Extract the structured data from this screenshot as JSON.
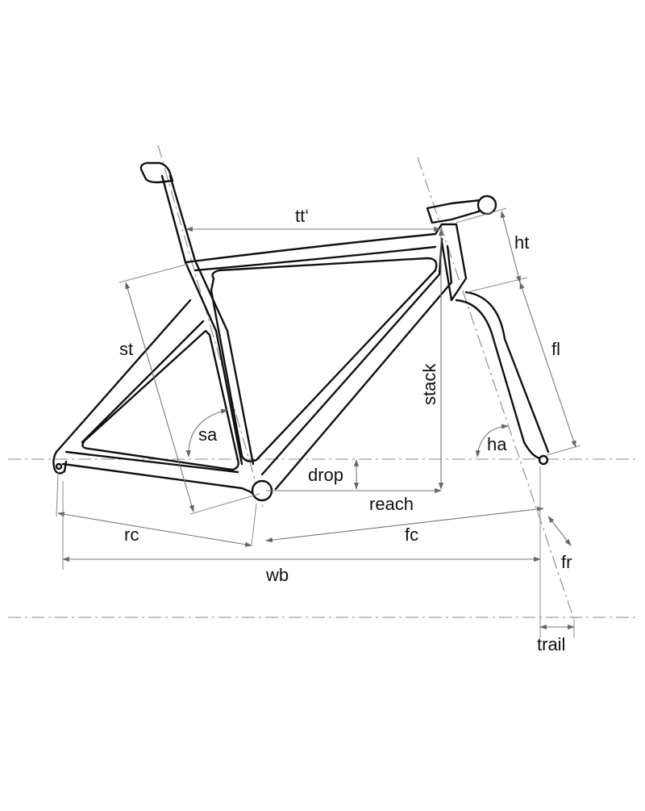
{
  "colors": {
    "background": "#ffffff",
    "frame_stroke": "#111111",
    "dimension_stroke": "#777777",
    "label_text": "#111111"
  },
  "labels": {
    "tt": "tt‘",
    "ht": "ht",
    "st": "st",
    "fl": "fl",
    "stack": "stack",
    "sa": "sa",
    "ha": "ha",
    "drop": "drop",
    "reach": "reach",
    "rc": "rc",
    "fc": "fc",
    "fr": "fr",
    "wb": "wb",
    "trail": "trail"
  }
}
